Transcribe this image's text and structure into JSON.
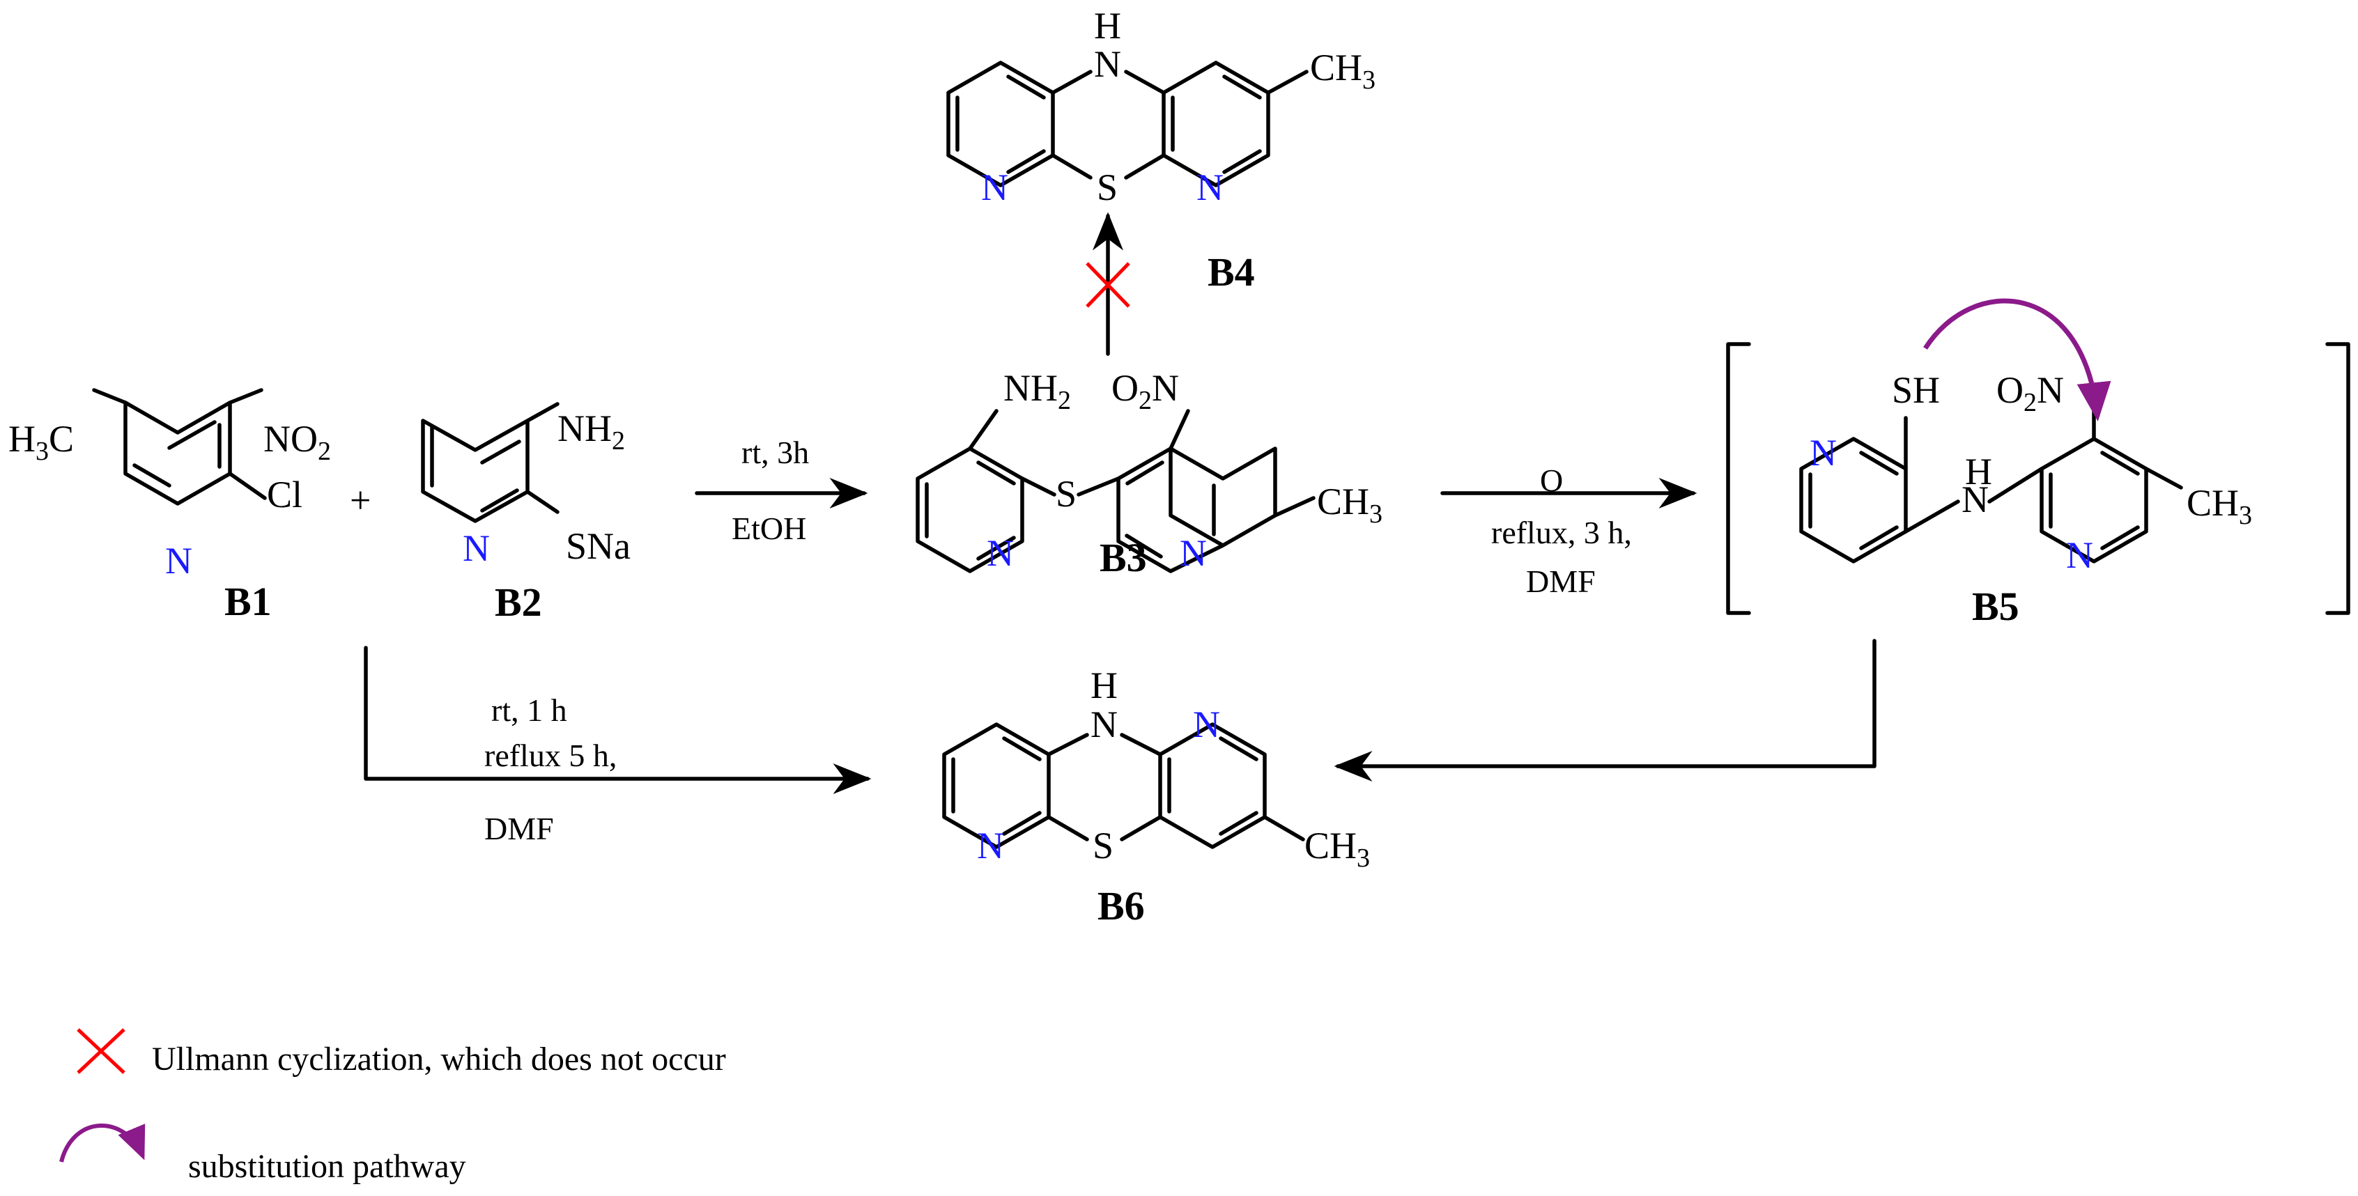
{
  "colors": {
    "bond": "#000000",
    "nitrogen": "#1a1aff",
    "cross": "#ff0000",
    "arc": "#8b1a8b"
  },
  "compounds": {
    "b1": {
      "label": "B1",
      "h3c": "H",
      "h3c_sub": "3",
      "h3c_c": "C",
      "no2": "NO",
      "no2_sub": "2",
      "cl": "Cl",
      "n": "N"
    },
    "b2": {
      "label": "B2",
      "nh2": "NH",
      "nh2_sub": "2",
      "sna": "SNa",
      "n": "N"
    },
    "b3": {
      "label": "B3",
      "nh2": "NH",
      "nh2_sub": "2",
      "o2n_o": "O",
      "o2n_sub": "2",
      "o2n_n": "N",
      "s": "S",
      "ch3": "CH",
      "ch3_sub": "3",
      "n1": "N",
      "n2": "N"
    },
    "b4": {
      "label": "B4",
      "h": "H",
      "nh_n": "N",
      "s": "S",
      "ch3": "CH",
      "ch3_sub": "3",
      "n1": "N",
      "n2": "N"
    },
    "b5": {
      "label": "B5",
      "sh": "SH",
      "o2n_o": "O",
      "o2n_sub": "2",
      "o2n_n": "N",
      "h": "H",
      "nh_n": "N",
      "ch3": "CH",
      "ch3_sub": "3",
      "n1": "N",
      "n2": "N"
    },
    "b6": {
      "label": "B6",
      "h": "H",
      "nh_n": "N",
      "s": "S",
      "ch3": "CH",
      "ch3_sub": "3",
      "n1": "N",
      "n2": "N"
    }
  },
  "plus_sign": "+",
  "conditions": {
    "b1_to_b3": {
      "line1": "rt, 3h",
      "line2": "EtOH"
    },
    "b3_to_b5": {
      "line1": "O",
      "line2": "reflux, 3 h,",
      "line3": "DMF"
    },
    "b1_to_b6": {
      "line1": "rt, 1 h",
      "line2": "reflux 5 h,",
      "line3": "DMF"
    }
  },
  "legend": [
    {
      "icon": "red-cross-icon",
      "text": "Ullmann cyclization, which does not occur"
    },
    {
      "icon": "curved-arrow-icon",
      "text": "substitution pathway"
    }
  ]
}
